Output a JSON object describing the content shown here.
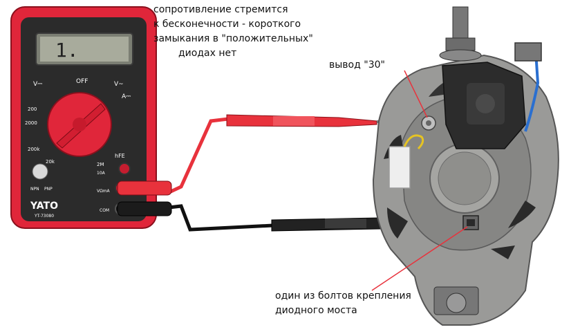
{
  "annotations": {
    "diode_note": [
      "сопротивление стремится",
      "к бесконечности - короткого",
      "замыкания в \"положительных\"",
      "диодах нет"
    ],
    "terminal_label": "вывод \"30\"",
    "bolt_note": [
      "один из болтов крепления",
      "диодного моста"
    ]
  },
  "multimeter": {
    "brand": "YATO",
    "model": "YT-73080",
    "display_value": "1.",
    "dial_labels": {
      "off": "OFF",
      "v_dc": "V⎓",
      "v_ac": "V~",
      "a_dc": "A⎓",
      "r200": "200",
      "r2000": "2000",
      "r20k": "20k",
      "r200k": "200k",
      "r2m": "2M",
      "hfe": "hFE",
      "npn": "NPN",
      "pnp": "PNP",
      "com": "COM",
      "vma": "VΩmA",
      "ten_a": "10A"
    }
  },
  "colors": {
    "body_red": "#e0263a",
    "lead_red": "#e8323c",
    "lead_black": "#111111",
    "alternator": "#9a9a98"
  }
}
